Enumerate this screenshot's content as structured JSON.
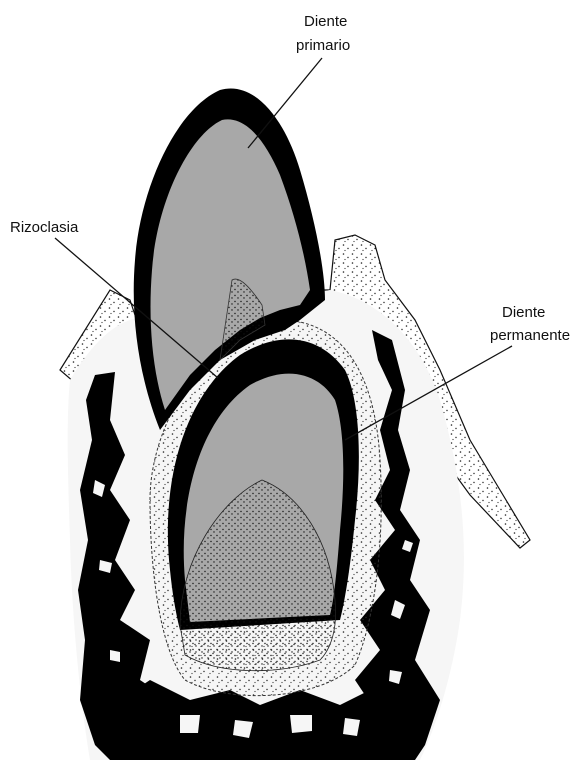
{
  "labels": {
    "diente_primario_line1": "Diente",
    "diente_primario_line2": "primario",
    "rizoclasia": "Rizoclasia",
    "diente_permanente_line1": "Diente",
    "diente_permanente_line2": "permanente"
  },
  "colors": {
    "enamel": "#000000",
    "dentin": "#a8a8a8",
    "bone": "#000000",
    "tissue": "#f4f4f4",
    "background": "#ffffff"
  }
}
